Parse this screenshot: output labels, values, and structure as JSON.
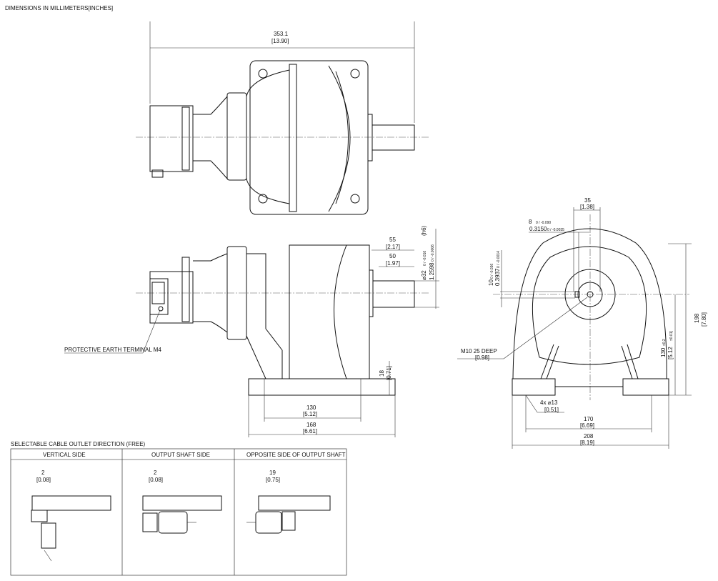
{
  "header": "DIMENSIONS IN MILLIMETERS[INCHES]",
  "top_view": {
    "overall_length": "353.1",
    "overall_length_in": "[13.90]"
  },
  "side_view": {
    "shaft_len_55": "55",
    "shaft_len_55_in": "[2.17]",
    "key_len_50": "50",
    "key_len_50_in": "[1.97]",
    "shaft_dia": "⌀32",
    "shaft_dia_tol": "0 / -0.016",
    "shaft_dia_in": "1.2598",
    "shaft_dia_in_tol": "0 / -0.0006",
    "fit": "(h6)",
    "base_height": "18",
    "base_height_in": "[0.71]",
    "hole_spacing": "130",
    "hole_spacing_in": "[5.12]",
    "base_length": "168",
    "base_length_in": "[6.61]",
    "earth_label": "PROTECTIVE EARTH TERMINAL M4"
  },
  "front_view": {
    "width_35": "35",
    "width_35_in": "[1.38]",
    "key_width": "8",
    "key_width_tol": "0 / -0.090",
    "key_width_in": "0.3150",
    "key_width_in_tol": "0 / -0.0035",
    "key_height": "10",
    "key_height_tol": "0 / -0.036",
    "key_height_in": "0.3937",
    "key_height_in_tol": "0 / -0.0014",
    "tap": "M10   25  DEEP",
    "tap_in": "[0.98]",
    "holes": "4x  ⌀13",
    "holes_in": "[0.51]",
    "hole_pitch": "170",
    "hole_pitch_in": "[6.69]",
    "base_width": "208",
    "base_width_in": "[8.19]",
    "center_height": "130",
    "center_height_tol": "±0.2",
    "center_height_in": "[5.12",
    "center_height_in_tol": "±0.01]",
    "overall_height": "198",
    "overall_height_in": "[7.80]"
  },
  "cable_section": {
    "title": "SELECTABLE CABLE OUTLET DIRECTION (FREE)",
    "columns": [
      {
        "label": "VERTICAL SIDE",
        "dim": "2",
        "dim_in": "[0.08]"
      },
      {
        "label": "OUTPUT SHAFT SIDE",
        "dim": "2",
        "dim_in": "[0.08]"
      },
      {
        "label": "OPPOSITE SIDE OF OUTPUT SHAFT",
        "dim": "19",
        "dim_in": "[0.75]"
      }
    ]
  }
}
